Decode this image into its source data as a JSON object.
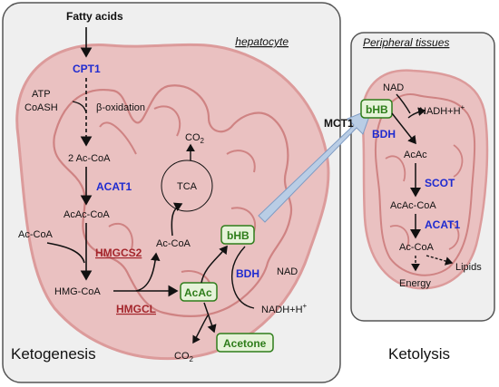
{
  "left_panel": {
    "header": "hepatocyte",
    "footer": "Ketogenesis",
    "input": "Fatty acids",
    "cpt1": "CPT1",
    "atp": "ATP",
    "coash": "CoASH",
    "beta_ox": "β-oxidation",
    "acetylcoa_2": "2 Ac-CoA",
    "acat1": "ACAT1",
    "acacoa": "AcAc-CoA",
    "acoa_in": "Ac-CoA",
    "hmgcs2": "HMGCS2",
    "hmgcoa": "HMG-CoA",
    "hmgcl": "HMGCL",
    "acoa_tca": "Ac-CoA",
    "tca": "TCA",
    "co2_top": "CO",
    "co2_bottom": "CO",
    "sub2": "2",
    "acac": "AcAc",
    "bhb": "bHB",
    "bdh": "BDH",
    "nad": "NAD",
    "nadh": "NADH+H",
    "acetone": "Acetone"
  },
  "transporter": {
    "label": "MCT1"
  },
  "right_panel": {
    "header": "Peripheral tissues",
    "footer": "Ketolysis",
    "nad": "NAD",
    "bhb": "bHB",
    "nadh": "NADH+H",
    "bdh": "BDH",
    "acac": "AcAc",
    "scot": "SCOT",
    "acacoa": "AcAc-CoA",
    "acat1": "ACAT1",
    "acoa": "Ac-CoA",
    "energy": "Energy",
    "lipids": "Lipids"
  },
  "colors": {
    "mito_fill": "#eab9b9",
    "mito_stroke": "#d98d8d",
    "panel_fill": "#efefef",
    "enzyme_blue": "#1f2bd0",
    "enzyme_red": "#a4262c",
    "ketone_green": "#2e7d1a",
    "ketone_box": "#e6f3d9",
    "arrow_fill": "#b9cde5"
  }
}
